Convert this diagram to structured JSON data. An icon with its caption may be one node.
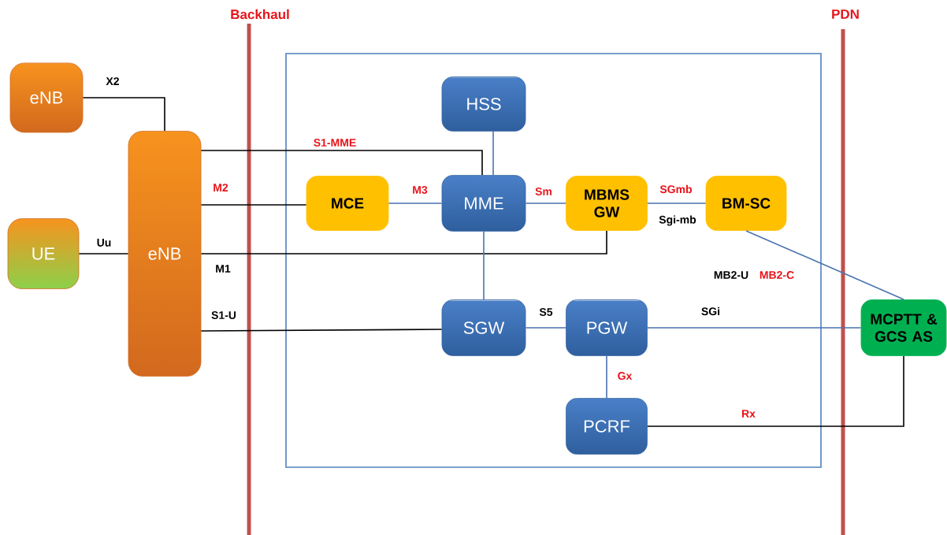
{
  "diagram": {
    "nodes": [
      {
        "text": [
          "eNB"
        ]
      },
      {
        "text": [
          "UE"
        ]
      },
      {
        "text": [
          "eNB"
        ]
      },
      {
        "text": [],
        "shape": "box"
      },
      {
        "text": [
          "HSS"
        ],
        "in": 3
      },
      {
        "text": [
          "MCE"
        ],
        "in": 3
      },
      {
        "text": [
          "MME"
        ],
        "in": 3
      },
      {
        "text": [
          "MBMS GW"
        ],
        "in": 3
      },
      {
        "text": [
          "BM-SC"
        ],
        "in": 3
      },
      {
        "text": [
          "SGW"
        ],
        "in": 3
      },
      {
        "text": [
          "PGW"
        ],
        "in": 3
      },
      {
        "text": [
          "PCRF"
        ],
        "in": 3
      },
      {
        "text": [
          "MCPTT & GCS AS"
        ]
      }
    ],
    "edges": [
      {
        "from": 0,
        "to": 2,
        "arrow": "none",
        "label": "X2",
        "color": "#000000"
      },
      {
        "from": 1,
        "to": 2,
        "arrow": "none",
        "label": "Uu",
        "color": "#000000"
      },
      {
        "from": 2,
        "to": 6,
        "arrow": "none",
        "label": "S1-MME",
        "color": "#000000"
      },
      {
        "from": 2,
        "to": 5,
        "arrow": "none",
        "label": "M2",
        "color": "#000000"
      },
      {
        "from": 5,
        "to": 6,
        "arrow": "none",
        "label": "M3"
      },
      {
        "from": 4,
        "to": 6,
        "arrow": "none"
      },
      {
        "from": 6,
        "to": 7,
        "arrow": "none",
        "label": "Sm"
      },
      {
        "from": 7,
        "to": 8,
        "arrow": "none",
        "label": "SGmb"
      },
      {
        "from": 2,
        "to": 7,
        "arrow": "none",
        "label": "M1",
        "color": "#000000"
      },
      {
        "from": 2,
        "to": 9,
        "arrow": "none",
        "label": "S1-U",
        "color": "#000000"
      },
      {
        "from": 6,
        "to": 9,
        "arrow": "none"
      },
      {
        "from": 9,
        "to": 10,
        "arrow": "none",
        "label": "S5"
      },
      {
        "from": 10,
        "to": 12,
        "arrow": "none",
        "label": "SGi"
      },
      {
        "from": 10,
        "to": 11,
        "arrow": "none",
        "label": "Gx"
      },
      {
        "from": 11,
        "to": 12,
        "arrow": "none",
        "label": "Rx",
        "color": "#000000"
      },
      {
        "from": 8,
        "to": 12,
        "arrow": "none"
      }
    ],
    "labels": [
      "Backhaul",
      "PDN",
      "Sgi-mb",
      "MB2-U",
      "MB2-C"
    ]
  }
}
